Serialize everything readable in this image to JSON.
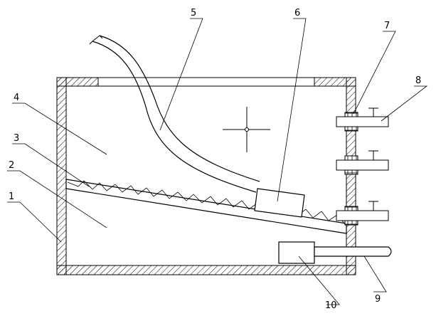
{
  "callouts": [
    "1",
    "2",
    "3",
    "4",
    "5",
    "6",
    "7",
    "8",
    "9",
    "10"
  ],
  "colors": {
    "ink": "#000000",
    "paper": "#ffffff"
  }
}
